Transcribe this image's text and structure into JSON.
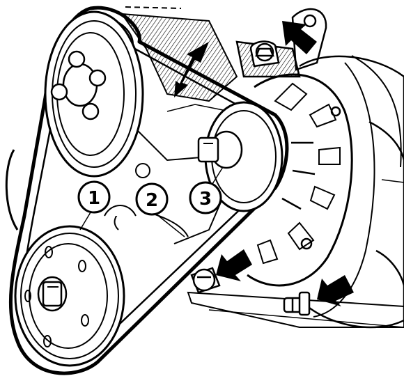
{
  "figure": {
    "ink_color": "#000000",
    "paper_color": "#ffffff",
    "subject": "engine-accessory-drive-belt"
  },
  "callouts": [
    {
      "id": 1,
      "label": "1"
    },
    {
      "id": 2,
      "label": "2"
    },
    {
      "id": 3,
      "label": "3"
    }
  ],
  "arrows": [
    {
      "icon": "arrow-icon",
      "meaning": "adjust-direction"
    },
    {
      "icon": "arrow-icon",
      "meaning": "mounting-bolt-top"
    },
    {
      "icon": "arrow-icon",
      "meaning": "mounting-bolt-lower-left"
    },
    {
      "icon": "arrow-icon",
      "meaning": "mounting-bolt-lower-right"
    }
  ]
}
